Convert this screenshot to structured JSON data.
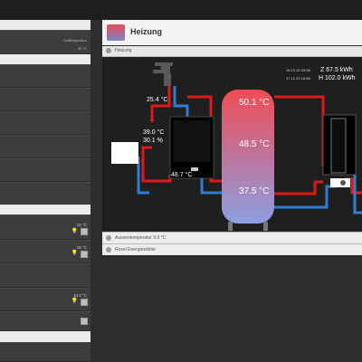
{
  "sidebar": {
    "solltemp_label": "Solltemperatur",
    "solltemp_value": "39 °C",
    "temp1": "16 °C",
    "temp2": "16 °C",
    "temp3": "10.3 °C"
  },
  "panel": {
    "title": "Heizung",
    "section_label": "Heizung",
    "footer1": "Aussentemperatur 9.9 °C",
    "footer2": "Rosel Energiezähler"
  },
  "diagram": {
    "tap_temp": "25.4 °C",
    "boiler_temp": "39.0 °C",
    "boiler_pct": "30.1 %",
    "boiler_out": "48.7 °C",
    "tank_top": "50.1 °C",
    "tank_mid": "48.5 °C",
    "tank_bottom": "37.5 °C",
    "meter_date1": "15.12.22 03:38",
    "meter_date2": "17.12.22 18:48",
    "meter_z": "Z 67.5 kWh",
    "meter_h": "H 102.0 kWh"
  },
  "colors": {
    "hot": "#e01818",
    "cold": "#2f7fd0",
    "tank_top": "#f0505a",
    "tank_bottom": "#8a9ee0"
  }
}
